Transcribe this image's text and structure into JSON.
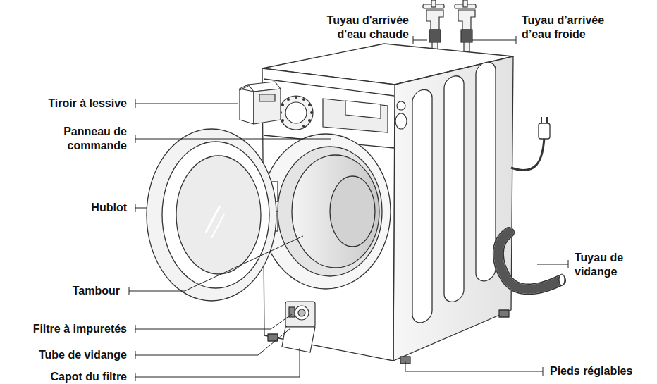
{
  "diagram": {
    "labels": [
      "Tiroir à lessive",
      "Panneau de commande",
      "Hublot",
      "Tambour",
      "Filtre à impuretés",
      "Tube de vidange",
      "Capot du filtre",
      "Tuyau d'arrivée d'eau chaude",
      "Tuyau d’arrivée d’eau froide",
      "Tuyau de vidange",
      "Pieds réglables"
    ]
  }
}
